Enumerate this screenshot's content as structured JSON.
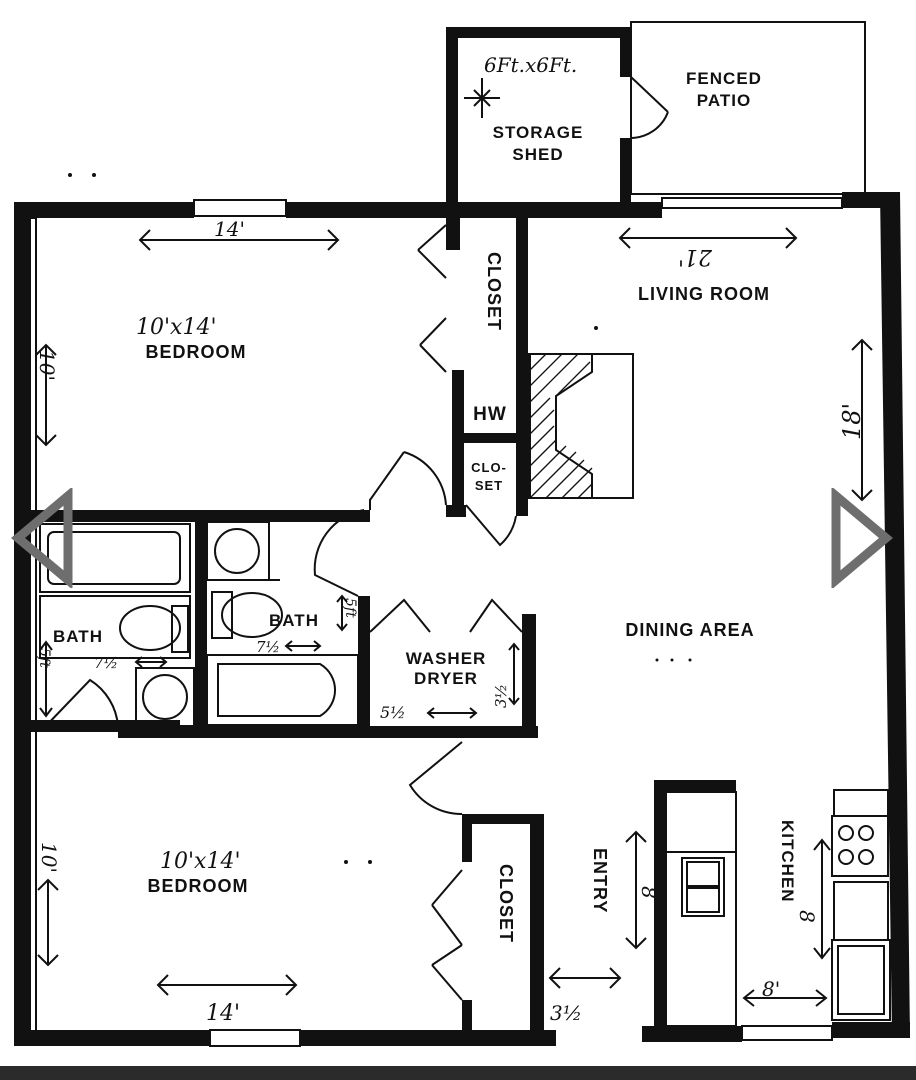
{
  "labels": {
    "storage_shed": "STORAGE\nSHED",
    "fenced_patio": "FENCED\nPATIO",
    "closet_top": "CLOSET",
    "hw": "HW",
    "clo_set": "CLO-\nSET",
    "living_room": "LIVING ROOM",
    "bedroom_top": "BEDROOM",
    "bedroom_bottom": "BEDROOM",
    "bath_left": "BATH",
    "bath_center": "BATH",
    "washer_dryer": "WASHER\nDRYER",
    "dining_area": "DINING AREA",
    "closet_bottom": "CLOSET",
    "entry": "ENTRY",
    "kitchen": "KITCHEN"
  },
  "handwritten": {
    "shed_size": "6Ft.x6Ft.",
    "bed_top_size": "10'x14'",
    "bed_top_width": "14'",
    "bed_top_depth": "10'",
    "living_width": "21'",
    "living_depth": "18'",
    "bath_left_w": "7½",
    "bath_left_d": "5ft",
    "bath_center_w": "7½",
    "bath_center_d": "5ft",
    "washer_w": "5½",
    "washer_d": "3½",
    "bed_bottom_size": "10'x14'",
    "bed_bottom_width": "14'",
    "bed_bottom_depth": "10'",
    "entry_len": "8",
    "entry_w": "3½",
    "kitchen_len": "8",
    "kitchen_w": "8'"
  },
  "nav": {
    "prev_icon": "chevron-left-icon",
    "next_icon": "chevron-right-icon"
  },
  "colors": {
    "line": "#111111",
    "nav_arrow": "#6e6e6e"
  }
}
